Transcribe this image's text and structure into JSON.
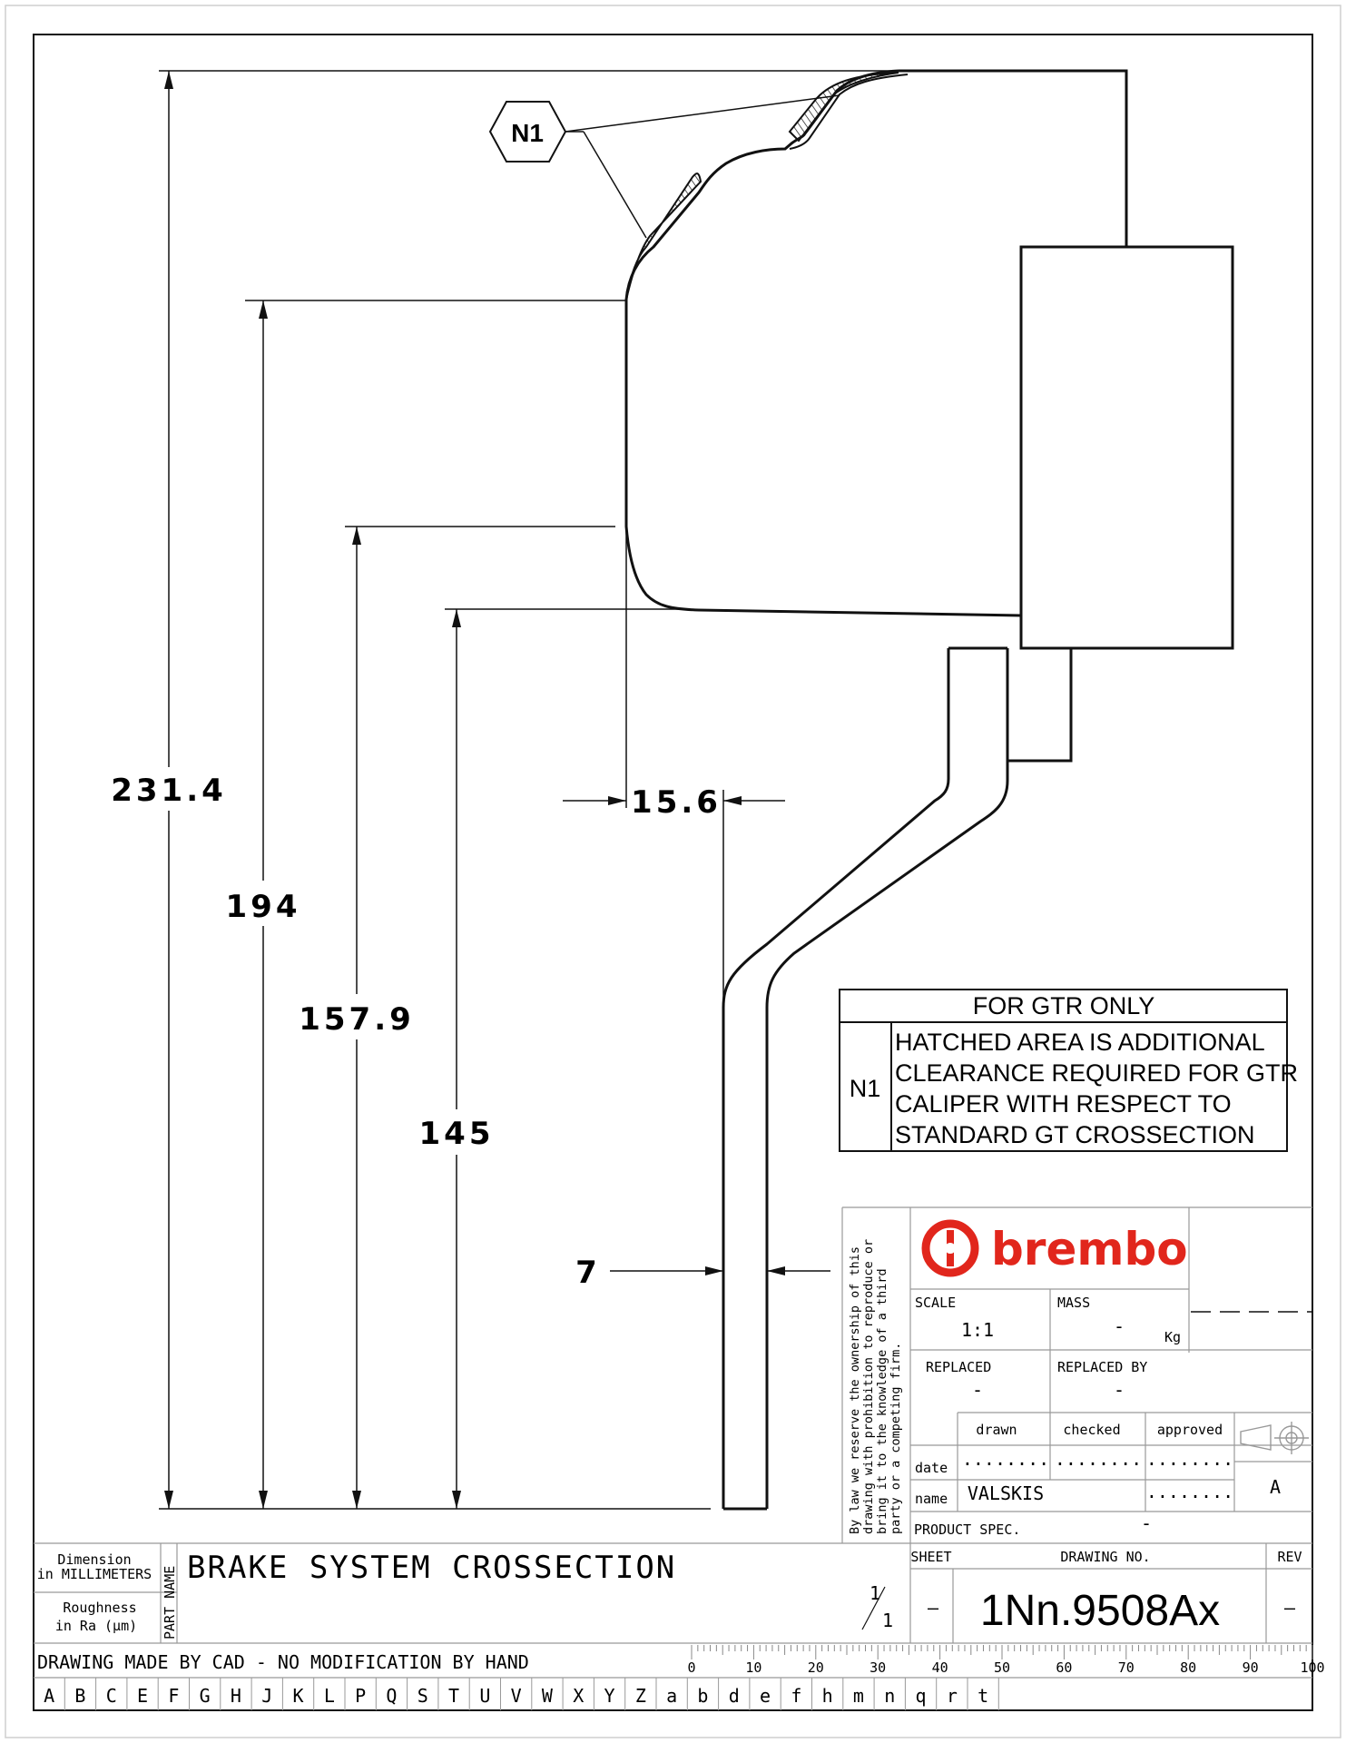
{
  "dimensions": {
    "d1": "231.4",
    "d2": "194",
    "d3": "157.9",
    "d4": "145",
    "d5": "15.6",
    "d6": "7"
  },
  "callout": {
    "tag": "N1"
  },
  "note_table": {
    "header": "FOR GTR ONLY",
    "id": "N1",
    "lines": [
      "HATCHED AREA IS ADDITIONAL",
      "CLEARANCE REQUIRED FOR GTR",
      "CALIPER WITH RESPECT TO",
      "STANDARD GT CROSSECTION"
    ]
  },
  "title_block": {
    "legal_lines": [
      "By law we reserve the ownership of this",
      "drawing with prohibition to reproduce or",
      "bring it to the knowledge of a third",
      "party or a competing firm."
    ],
    "brand": "brembo",
    "brand_color": "#e1261c",
    "scale_label": "SCALE",
    "scale_value": "1:1",
    "mass_label": "MASS",
    "mass_value": "-",
    "mass_unit": "Kg",
    "replaced_label": "REPLACED",
    "replaced_value": "-",
    "replaced_by_label": "REPLACED BY",
    "replaced_by_value": "-",
    "drawn_label": "drawn",
    "checked_label": "checked",
    "approved_label": "approved",
    "date_label": "date",
    "name_label": "name",
    "dots": "........",
    "drawn_name": "VALSKIS",
    "projection_letter": "A",
    "product_spec_label": "PRODUCT SPEC.",
    "product_spec_value": "-",
    "dimension_label_1": "Dimension",
    "dimension_label_2": "in MILLIMETERS",
    "roughness_label_1": "Roughness",
    "roughness_label_2": "in Ra (μm)",
    "part_name_label": "PART NAME",
    "part_name": "BRAKE SYSTEM CROSSECTION",
    "sheet_label": "SHEET",
    "sheet_num": "1",
    "sheet_total": "1",
    "sheet_dash": "—",
    "drawing_no_label": "DRAWING NO.",
    "drawing_no": "1Nn.9508Ax",
    "rev_label": "REV",
    "rev_value": "—",
    "cad_notice": "DRAWING MADE BY CAD - NO MODIFICATION BY HAND",
    "ruler_labels": [
      "0",
      "10",
      "20",
      "30",
      "40",
      "50",
      "60",
      "70",
      "80",
      "90",
      "100"
    ],
    "letters": [
      "A",
      "B",
      "C",
      "E",
      "F",
      "G",
      "H",
      "J",
      "K",
      "L",
      "P",
      "Q",
      "S",
      "T",
      "U",
      "V",
      "W",
      "X",
      "Y",
      "Z",
      "a",
      "b",
      "d",
      "e",
      "f",
      "h",
      "m",
      "n",
      "q",
      "r",
      "t"
    ]
  }
}
